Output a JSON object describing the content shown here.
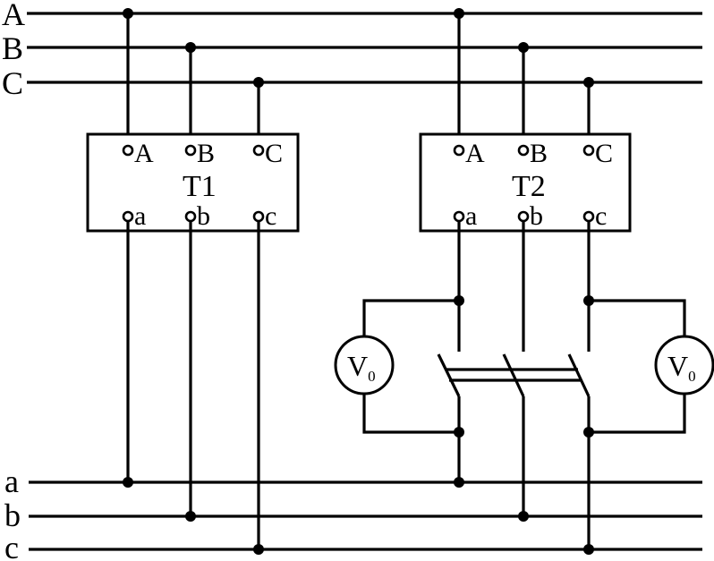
{
  "primary_bus": {
    "labels": [
      "A",
      "B",
      "C"
    ]
  },
  "secondary_bus": {
    "labels": [
      "a",
      "b",
      "c"
    ]
  },
  "transformers": [
    {
      "name": "T1",
      "primary_terminals": [
        "A",
        "B",
        "C"
      ],
      "secondary_terminals": [
        "a",
        "b",
        "c"
      ]
    },
    {
      "name": "T2",
      "primary_terminals": [
        "A",
        "B",
        "C"
      ],
      "secondary_terminals": [
        "a",
        "b",
        "c"
      ]
    }
  ],
  "voltmeters": [
    {
      "label": "V",
      "subscript": "0"
    },
    {
      "label": "V",
      "subscript": "0"
    }
  ]
}
